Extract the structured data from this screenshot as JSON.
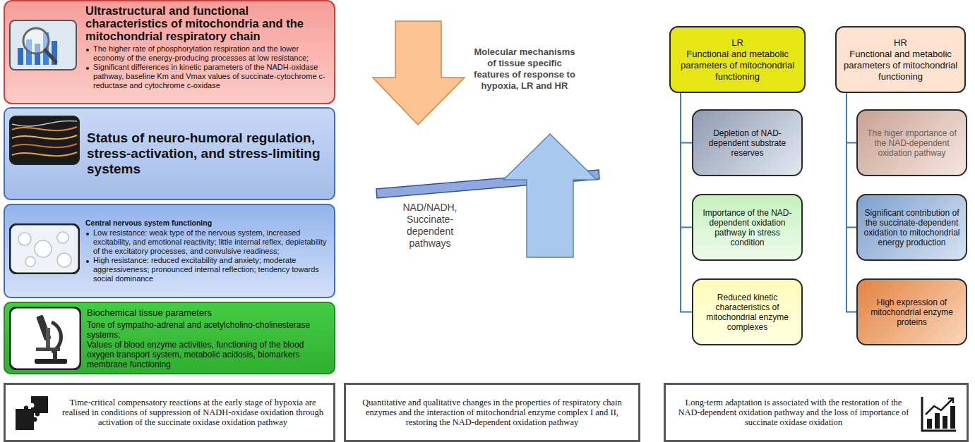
{
  "diagram": {
    "nodes": [
      {
        "text": [
          "Ultrastructural and functional characteristics of mitochondria and the mitochondrial respiratory chain",
          "The higher rate of phosphorylation respiration and the lower economy of the energy-producing processes at low resistance;",
          "Significant differences in kinetic parameters of the NADH-oxidase pathway, baseline Km and Vmax values of succinate-cytochrome c-reductase and cytochrome c-oxidase"
        ]
      },
      {
        "text": [
          "Status of neuro-humoral regulation, stress-activation, and stress-limiting systems"
        ]
      },
      {
        "text": [
          "Central nervous system functioning",
          "Low resistance: weak type of the nervous system, increased excitability, and emotional reactivity; little internal reflex, depletability of the excitatory processes, and convulsive readiness;",
          "High resistance: reduced excitability and anxiety; moderate aggressiveness; pronounced internal reflection; tendency towards social dominance"
        ]
      },
      {
        "text": [
          "Biochemical tissue parameters",
          "Tone of sympatho-adrenal and acetylcholino-cholinesterase systems;",
          "Values of blood enzyme activities, functioning of the blood oxygen transport system, metabolic acidosis, biomarkers membrane functioning"
        ]
      },
      {
        "text": [
          "Time-critical compensatory reactions at the early stage of hypoxia are realised in conditions of suppression of NADH-oxidase oxidation through activation of the succinate oxidase oxidation pathway"
        ]
      },
      {
        "text": [
          "Quantitative and qualitative changes in the properties of respiratory chain enzymes and the interaction of mitochondrial enzyme complex I and II, restoring the NAD-dependent oxidation pathway"
        ]
      },
      {
        "text": [
          "Long-term adaptation is associated with the restoration of the NAD-dependent oxidation pathway and the loss of importance of succinate oxidase oxidation"
        ]
      },
      {
        "text": [
          "LR",
          "Functional and metabolic parameters of mitochondrial functioning"
        ]
      },
      {
        "text": [
          "Depletion of NAD-dependent substrate reserves"
        ]
      },
      {
        "text": [
          "Importance of the NAD-dependent oxidation pathway in stress condition"
        ]
      },
      {
        "text": [
          "Reduced kinetic characteristics of mitochondrial enzyme complexes"
        ]
      },
      {
        "text": [
          "HR",
          "Functional and metabolic parameters of mitochondrial functioning"
        ]
      },
      {
        "text": [
          "The higer importance of the NAD-dependent oxidation pathway"
        ]
      },
      {
        "text": [
          "Significant contribution of the succinate-dependent oxidation to mitochondrial energy production"
        ]
      },
      {
        "text": [
          "High expression of mitochondrial enzyme proteins"
        ]
      }
    ],
    "edges": [
      {
        "from": 7,
        "to": 8,
        "arrow": "none"
      },
      {
        "from": 7,
        "to": 9,
        "arrow": "none"
      },
      {
        "from": 7,
        "to": 10,
        "arrow": "none"
      },
      {
        "from": 11,
        "to": 12,
        "arrow": "none"
      },
      {
        "from": 11,
        "to": 13,
        "arrow": "none"
      },
      {
        "from": 11,
        "to": 14,
        "arrow": "none"
      }
    ],
    "labels": [
      "Molecular mechanisms of tissue specific features of response to hypoxia, LR and HR",
      "NAD/NADH, Succinate-dependent pathways"
    ]
  }
}
